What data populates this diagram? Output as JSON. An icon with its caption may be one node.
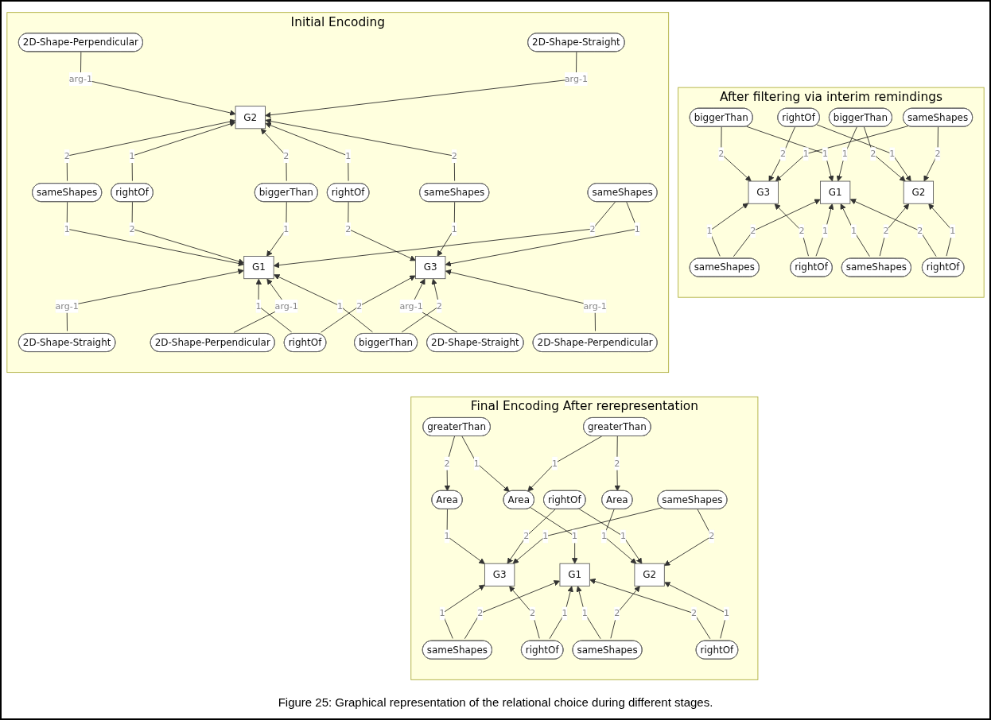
{
  "diagram": {
    "caption": "Figure 25: Graphical representation of the relational choice during different stages.",
    "nodes": [
      {
        "text": [
          "Initial Encoding"
        ]
      },
      {
        "text": [
          "2D-Shape-Perpendicular"
        ],
        "in": 0
      },
      {
        "text": [
          "2D-Shape-Straight"
        ],
        "in": 0
      },
      {
        "text": [
          "G2"
        ],
        "in": 0
      },
      {
        "text": [
          "sameShapes"
        ],
        "in": 0
      },
      {
        "text": [
          "rightOf"
        ],
        "in": 0
      },
      {
        "text": [
          "biggerThan"
        ],
        "in": 0
      },
      {
        "text": [
          "rightOf"
        ],
        "in": 0
      },
      {
        "text": [
          "sameShapes"
        ],
        "in": 0
      },
      {
        "text": [
          "sameShapes"
        ],
        "in": 0
      },
      {
        "text": [
          "G1"
        ],
        "in": 0
      },
      {
        "text": [
          "G3"
        ],
        "in": 0
      },
      {
        "text": [
          "2D-Shape-Straight"
        ],
        "in": 0
      },
      {
        "text": [
          "rightOf"
        ],
        "in": 0
      },
      {
        "text": [
          "2D-Shape-Straight"
        ],
        "in": 0
      },
      {
        "text": [
          "biggerThan"
        ],
        "in": 0
      },
      {
        "text": [
          "2D-Shape-Perpendicular"
        ],
        "in": 0
      },
      {
        "text": [
          "2D-Shape-Perpendicular"
        ],
        "in": 0
      },
      {
        "text": [
          "After filtering via interim remindings"
        ]
      },
      {
        "text": [
          "biggerThan"
        ],
        "in": 18
      },
      {
        "text": [
          "biggerThan"
        ],
        "in": 18
      },
      {
        "text": [
          "rightOf"
        ],
        "in": 18
      },
      {
        "text": [
          "sameShapes"
        ],
        "in": 18
      },
      {
        "text": [
          "G3"
        ],
        "in": 18
      },
      {
        "text": [
          "G2"
        ],
        "in": 18
      },
      {
        "text": [
          "sameShapes"
        ],
        "in": 18
      },
      {
        "text": [
          "G1"
        ],
        "in": 18
      },
      {
        "text": [
          "sameShapes"
        ],
        "in": 18
      },
      {
        "text": [
          "rightOf"
        ],
        "in": 18
      },
      {
        "text": [
          "rightOf"
        ],
        "in": 18
      },
      {
        "text": [
          "Final Encoding After rerepresentation"
        ]
      },
      {
        "text": [
          "greaterThan"
        ],
        "in": 30
      },
      {
        "text": [
          "greaterThan"
        ],
        "in": 30
      },
      {
        "text": [
          "rightOf"
        ],
        "in": 30
      },
      {
        "text": [
          "Area"
        ],
        "in": 30
      },
      {
        "text": [
          "Area"
        ],
        "in": 30
      },
      {
        "text": [
          "sameShapes"
        ],
        "in": 30
      },
      {
        "text": [
          "G3"
        ],
        "in": 30
      },
      {
        "text": [
          "G2"
        ],
        "in": 30
      },
      {
        "text": [
          "Area"
        ],
        "in": 30
      },
      {
        "text": [
          "sameShapes"
        ],
        "in": 30
      },
      {
        "text": [
          "sameShapes"
        ],
        "in": 30
      },
      {
        "text": [
          "G1"
        ],
        "in": 30
      },
      {
        "text": [
          "rightOf"
        ],
        "in": 30
      },
      {
        "text": [
          "rightOf"
        ],
        "in": 30
      }
    ],
    "edges": [
      {
        "from": 1,
        "to": 3,
        "arrow": "to",
        "label": "arg-1"
      },
      {
        "from": 2,
        "to": 3,
        "arrow": "to",
        "label": "arg-1"
      },
      {
        "from": 4,
        "to": 3,
        "arrow": "to",
        "label": "2"
      },
      {
        "from": 5,
        "to": 3,
        "arrow": "to",
        "label": "1"
      },
      {
        "from": 6,
        "to": 3,
        "arrow": "to",
        "label": "2"
      },
      {
        "from": 7,
        "to": 3,
        "arrow": "to",
        "label": "1"
      },
      {
        "from": 8,
        "to": 3,
        "arrow": "to",
        "label": "2"
      },
      {
        "from": 4,
        "to": 10,
        "arrow": "to",
        "label": "1"
      },
      {
        "from": 5,
        "to": 10,
        "arrow": "to",
        "label": "2"
      },
      {
        "from": 6,
        "to": 10,
        "arrow": "to",
        "label": "1"
      },
      {
        "from": 7,
        "to": 11,
        "arrow": "to",
        "label": "2"
      },
      {
        "from": 8,
        "to": 11,
        "arrow": "to",
        "label": "1"
      },
      {
        "from": 9,
        "to": 10,
        "arrow": "to",
        "label": "2"
      },
      {
        "from": 9,
        "to": 11,
        "arrow": "to",
        "label": "1"
      },
      {
        "from": 12,
        "to": 10,
        "arrow": "to",
        "label": "arg-1"
      },
      {
        "from": 13,
        "to": 10,
        "arrow": "to",
        "label": "1"
      },
      {
        "from": 13,
        "to": 11,
        "arrow": "to",
        "label": "2"
      },
      {
        "from": 14,
        "to": 11,
        "arrow": "to",
        "label": "arg-1"
      },
      {
        "from": 16,
        "to": 10,
        "arrow": "to",
        "label": "arg-1"
      },
      {
        "from": 15,
        "to": 10,
        "arrow": "to",
        "label": "1"
      },
      {
        "from": 15,
        "to": 11,
        "arrow": "to",
        "label": "2"
      },
      {
        "from": 17,
        "to": 11,
        "arrow": "to",
        "label": "arg-1"
      },
      {
        "from": 19,
        "to": 23,
        "arrow": "to",
        "label": "2"
      },
      {
        "from": 19,
        "to": 26,
        "arrow": "to",
        "label": "1"
      },
      {
        "from": 20,
        "to": 26,
        "arrow": "to",
        "label": "1"
      },
      {
        "from": 20,
        "to": 24,
        "arrow": "to",
        "label": "2"
      },
      {
        "from": 21,
        "to": 23,
        "arrow": "to",
        "label": "2"
      },
      {
        "from": 21,
        "to": 24,
        "arrow": "to",
        "label": "1"
      },
      {
        "from": 22,
        "to": 23,
        "arrow": "to",
        "label": "1"
      },
      {
        "from": 22,
        "to": 24,
        "arrow": "to",
        "label": "2"
      },
      {
        "from": 25,
        "to": 23,
        "arrow": "to",
        "label": "1"
      },
      {
        "from": 25,
        "to": 26,
        "arrow": "to",
        "label": "2"
      },
      {
        "from": 28,
        "to": 23,
        "arrow": "to",
        "label": "2"
      },
      {
        "from": 28,
        "to": 26,
        "arrow": "to",
        "label": "1"
      },
      {
        "from": 27,
        "to": 26,
        "arrow": "to",
        "label": "1"
      },
      {
        "from": 27,
        "to": 24,
        "arrow": "to",
        "label": "2"
      },
      {
        "from": 29,
        "to": 26,
        "arrow": "to",
        "label": "2"
      },
      {
        "from": 29,
        "to": 24,
        "arrow": "to",
        "label": "1"
      },
      {
        "from": 31,
        "to": 34,
        "arrow": "to",
        "label": "2"
      },
      {
        "from": 31,
        "to": 39,
        "arrow": "to",
        "label": "1"
      },
      {
        "from": 32,
        "to": 39,
        "arrow": "to",
        "label": "1"
      },
      {
        "from": 32,
        "to": 35,
        "arrow": "to",
        "label": "2"
      },
      {
        "from": 34,
        "to": 37,
        "arrow": "to",
        "label": "1"
      },
      {
        "from": 35,
        "to": 38,
        "arrow": "to",
        "label": "1"
      },
      {
        "from": 33,
        "to": 37,
        "arrow": "to",
        "label": "2"
      },
      {
        "from": 33,
        "to": 38,
        "arrow": "to",
        "label": "1"
      },
      {
        "from": 36,
        "to": 37,
        "arrow": "to",
        "label": "1"
      },
      {
        "from": 36,
        "to": 38,
        "arrow": "to",
        "label": "2"
      },
      {
        "from": 39,
        "to": 42,
        "arrow": "to",
        "label": "1"
      },
      {
        "from": 40,
        "to": 37,
        "arrow": "to",
        "label": "1"
      },
      {
        "from": 40,
        "to": 42,
        "arrow": "to",
        "label": "2"
      },
      {
        "from": 43,
        "to": 37,
        "arrow": "to",
        "label": "2"
      },
      {
        "from": 43,
        "to": 42,
        "arrow": "to",
        "label": "1"
      },
      {
        "from": 41,
        "to": 42,
        "arrow": "to",
        "label": "1"
      },
      {
        "from": 41,
        "to": 38,
        "arrow": "to",
        "label": "2"
      },
      {
        "from": 44,
        "to": 42,
        "arrow": "to",
        "label": "2"
      },
      {
        "from": 44,
        "to": 38,
        "arrow": "to",
        "label": "1"
      }
    ]
  }
}
